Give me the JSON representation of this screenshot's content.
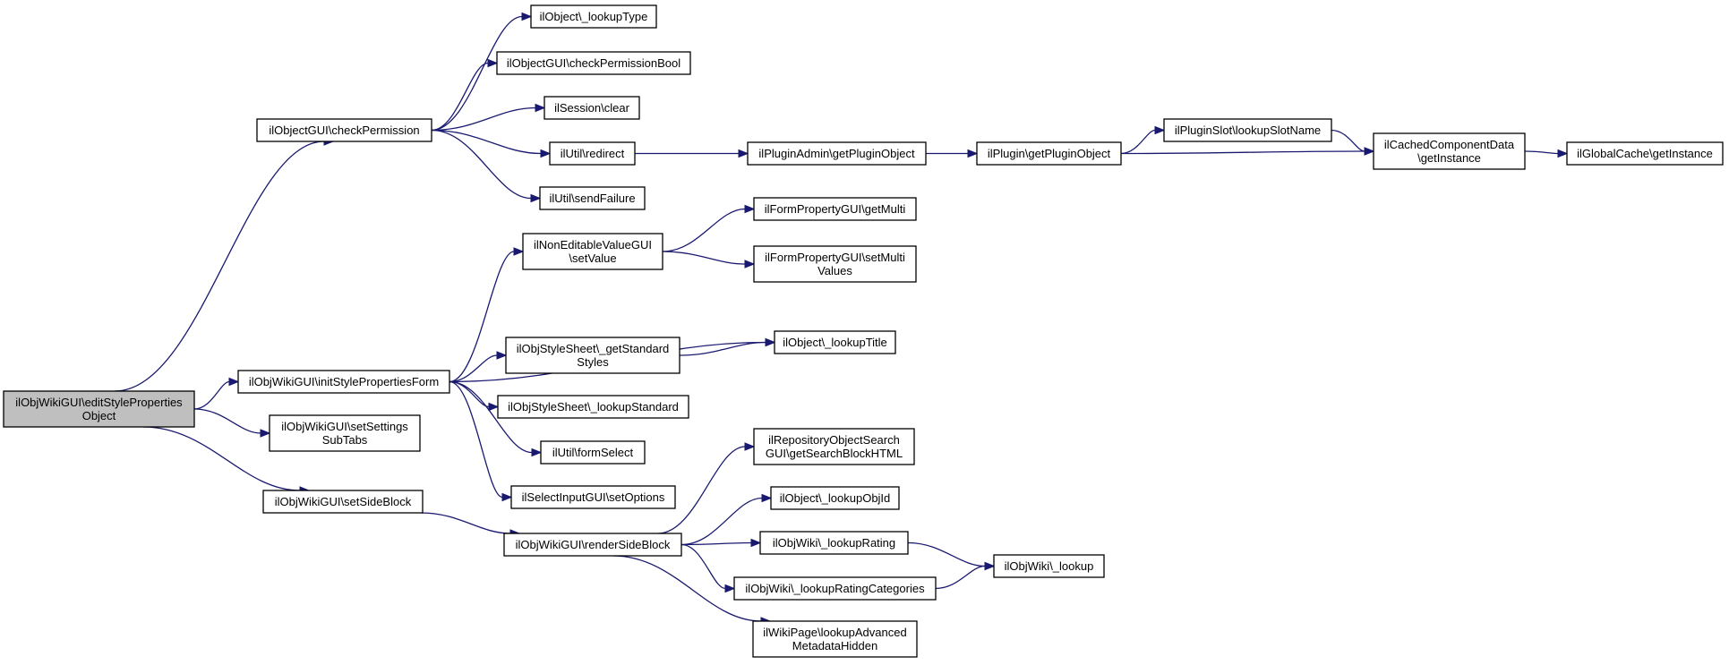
{
  "graph": {
    "nodes": [
      {
        "id": "n0",
        "lines": [
          "ilObjWikiGUI\\editStyleProperties",
          "Object"
        ],
        "root": true
      },
      {
        "id": "n1",
        "lines": [
          "ilObjectGUI\\checkPermission"
        ]
      },
      {
        "id": "n2",
        "lines": [
          "ilObjWikiGUI\\initStylePropertiesForm"
        ]
      },
      {
        "id": "n3",
        "lines": [
          "ilObjWikiGUI\\setSettings",
          "SubTabs"
        ]
      },
      {
        "id": "n4",
        "lines": [
          "ilObjWikiGUI\\setSideBlock"
        ]
      },
      {
        "id": "n5",
        "lines": [
          "ilObject\\_lookupType"
        ]
      },
      {
        "id": "n6",
        "lines": [
          "ilObjectGUI\\checkPermissionBool"
        ]
      },
      {
        "id": "n7",
        "lines": [
          "ilSession\\clear"
        ]
      },
      {
        "id": "n8",
        "lines": [
          "ilUtil\\redirect"
        ]
      },
      {
        "id": "n9",
        "lines": [
          "ilUtil\\sendFailure"
        ]
      },
      {
        "id": "n10",
        "lines": [
          "ilPluginAdmin\\getPluginObject"
        ]
      },
      {
        "id": "n11",
        "lines": [
          "ilPlugin\\getPluginObject"
        ]
      },
      {
        "id": "n12",
        "lines": [
          "ilPluginSlot\\lookupSlotName"
        ]
      },
      {
        "id": "n13",
        "lines": [
          "ilCachedComponentData",
          "\\getInstance"
        ]
      },
      {
        "id": "n14",
        "lines": [
          "ilGlobalCache\\getInstance"
        ]
      },
      {
        "id": "n15",
        "lines": [
          "ilNonEditableValueGUI",
          "\\setValue"
        ]
      },
      {
        "id": "n16",
        "lines": [
          "ilFormPropertyGUI\\getMulti"
        ]
      },
      {
        "id": "n17",
        "lines": [
          "ilFormPropertyGUI\\setMulti",
          "Values"
        ]
      },
      {
        "id": "n18",
        "lines": [
          "ilObject\\_lookupTitle"
        ]
      },
      {
        "id": "n19",
        "lines": [
          "ilObjStyleSheet\\_getStandard",
          "Styles"
        ]
      },
      {
        "id": "n20",
        "lines": [
          "ilObjStyleSheet\\_lookupStandard"
        ]
      },
      {
        "id": "n21",
        "lines": [
          "ilUtil\\formSelect"
        ]
      },
      {
        "id": "n22",
        "lines": [
          "ilSelectInputGUI\\setOptions"
        ]
      },
      {
        "id": "n23",
        "lines": [
          "ilObjWikiGUI\\renderSideBlock"
        ]
      },
      {
        "id": "n24",
        "lines": [
          "ilRepositoryObjectSearch",
          "GUI\\getSearchBlockHTML"
        ]
      },
      {
        "id": "n25",
        "lines": [
          "ilObject\\_lookupObjId"
        ]
      },
      {
        "id": "n26",
        "lines": [
          "ilObjWiki\\_lookupRating"
        ]
      },
      {
        "id": "n27",
        "lines": [
          "ilObjWiki\\_lookupRatingCategories"
        ]
      },
      {
        "id": "n28",
        "lines": [
          "ilWikiPage\\lookupAdvanced",
          "MetadataHidden"
        ]
      },
      {
        "id": "n29",
        "lines": [
          "ilObjWiki\\_lookup"
        ]
      }
    ],
    "edges": [
      [
        "n0",
        "n1"
      ],
      [
        "n0",
        "n2"
      ],
      [
        "n0",
        "n3"
      ],
      [
        "n0",
        "n4"
      ],
      [
        "n1",
        "n5"
      ],
      [
        "n1",
        "n6"
      ],
      [
        "n1",
        "n7"
      ],
      [
        "n1",
        "n8"
      ],
      [
        "n1",
        "n9"
      ],
      [
        "n8",
        "n10"
      ],
      [
        "n10",
        "n11"
      ],
      [
        "n11",
        "n12"
      ],
      [
        "n11",
        "n13"
      ],
      [
        "n12",
        "n13"
      ],
      [
        "n13",
        "n14"
      ],
      [
        "n2",
        "n15"
      ],
      [
        "n2",
        "n18"
      ],
      [
        "n2",
        "n19"
      ],
      [
        "n2",
        "n20"
      ],
      [
        "n2",
        "n21"
      ],
      [
        "n2",
        "n22"
      ],
      [
        "n15",
        "n16"
      ],
      [
        "n15",
        "n17"
      ],
      [
        "n19",
        "n18"
      ],
      [
        "n4",
        "n23"
      ],
      [
        "n23",
        "n24"
      ],
      [
        "n23",
        "n25"
      ],
      [
        "n23",
        "n26"
      ],
      [
        "n23",
        "n27"
      ],
      [
        "n23",
        "n28"
      ],
      [
        "n26",
        "n29"
      ],
      [
        "n27",
        "n29"
      ]
    ]
  }
}
